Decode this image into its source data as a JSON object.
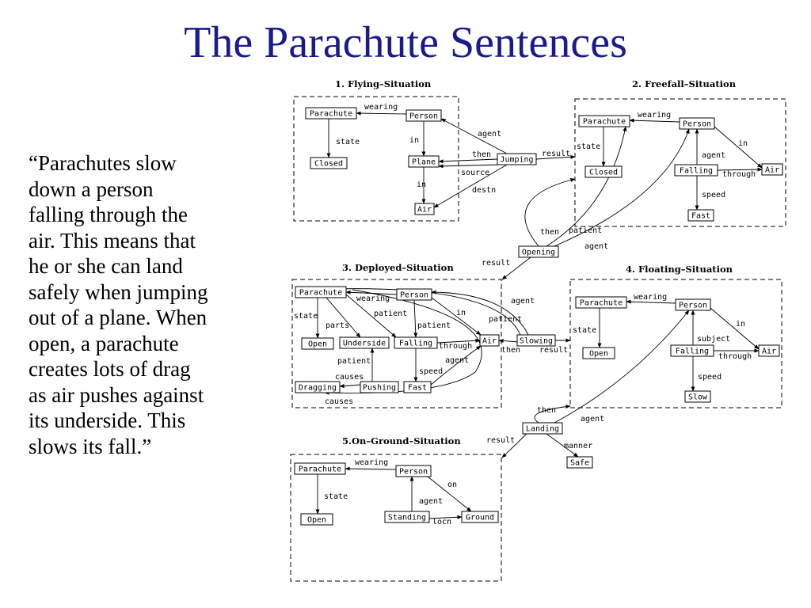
{
  "slide": {
    "title": "The Parachute Sentences",
    "quote_lines": [
      "“Parachutes slow",
      "down a person",
      "falling through the",
      "air. This means that",
      "he or she can land",
      "safely when jumping",
      "out of a plane. When",
      "open, a parachute",
      "creates lots of drag",
      "as air pushes against",
      "its underside. This",
      "slows its fall.”"
    ]
  },
  "diagram": {
    "situations": [
      {
        "id": "s1",
        "label": "1. Flying–Situation"
      },
      {
        "id": "s2",
        "label": "2. Freefall–Situation"
      },
      {
        "id": "s3",
        "label": "3. Deployed–Situation"
      },
      {
        "id": "s4",
        "label": "4. Floating–Situation"
      },
      {
        "id": "s5",
        "label": "5.On–Ground–Situation"
      }
    ],
    "nodes": [
      {
        "id": "s1_parachute",
        "label": "Parachute"
      },
      {
        "id": "s1_person",
        "label": "Person"
      },
      {
        "id": "s1_closed",
        "label": "Closed"
      },
      {
        "id": "s1_plane",
        "label": "Plane"
      },
      {
        "id": "s1_air",
        "label": "Air"
      },
      {
        "id": "jumping",
        "label": "Jumping"
      },
      {
        "id": "s2_parachute",
        "label": "Parachute"
      },
      {
        "id": "s2_person",
        "label": "Person"
      },
      {
        "id": "s2_closed",
        "label": "Closed"
      },
      {
        "id": "s2_falling",
        "label": "Falling"
      },
      {
        "id": "s2_air",
        "label": "Air"
      },
      {
        "id": "s2_fast",
        "label": "Fast"
      },
      {
        "id": "opening",
        "label": "Opening"
      },
      {
        "id": "s3_parachute",
        "label": "Parachute"
      },
      {
        "id": "s3_person",
        "label": "Person"
      },
      {
        "id": "s3_open",
        "label": "Open"
      },
      {
        "id": "s3_underside",
        "label": "Underside"
      },
      {
        "id": "s3_falling",
        "label": "Falling"
      },
      {
        "id": "s3_air",
        "label": "Air"
      },
      {
        "id": "s3_dragging",
        "label": "Dragging"
      },
      {
        "id": "s3_pushing",
        "label": "Pushing"
      },
      {
        "id": "s3_fast",
        "label": "Fast"
      },
      {
        "id": "slowing",
        "label": "Slowing"
      },
      {
        "id": "s4_parachute",
        "label": "Parachute"
      },
      {
        "id": "s4_person",
        "label": "Person"
      },
      {
        "id": "s4_open",
        "label": "Open"
      },
      {
        "id": "s4_falling",
        "label": "Falling"
      },
      {
        "id": "s4_air",
        "label": "Air"
      },
      {
        "id": "s4_slow",
        "label": "Slow"
      },
      {
        "id": "landing",
        "label": "Landing"
      },
      {
        "id": "safe",
        "label": "Safe"
      },
      {
        "id": "s5_parachute",
        "label": "Parachute"
      },
      {
        "id": "s5_person",
        "label": "Person"
      },
      {
        "id": "s5_open",
        "label": "Open"
      },
      {
        "id": "s5_standing",
        "label": "Standing"
      },
      {
        "id": "s5_ground",
        "label": "Ground"
      }
    ],
    "edges": [
      {
        "id": "e1",
        "label": "wearing"
      },
      {
        "id": "e2",
        "label": "state"
      },
      {
        "id": "e3",
        "label": "in"
      },
      {
        "id": "e4",
        "label": "in"
      },
      {
        "id": "e5",
        "label": "agent"
      },
      {
        "id": "e6",
        "label": "then"
      },
      {
        "id": "e7",
        "label": "source"
      },
      {
        "id": "e8",
        "label": "destn"
      },
      {
        "id": "e9",
        "label": "result"
      },
      {
        "id": "e10",
        "label": "wearing"
      },
      {
        "id": "e11",
        "label": "state"
      },
      {
        "id": "e12",
        "label": "agent"
      },
      {
        "id": "e13",
        "label": "in"
      },
      {
        "id": "e14",
        "label": "through"
      },
      {
        "id": "e15",
        "label": "speed"
      },
      {
        "id": "e16",
        "label": "then"
      },
      {
        "id": "e17",
        "label": "patient"
      },
      {
        "id": "e18",
        "label": "agent"
      },
      {
        "id": "e19",
        "label": "result"
      },
      {
        "id": "e20",
        "label": "wearing"
      },
      {
        "id": "e21",
        "label": "state"
      },
      {
        "id": "e22",
        "label": "parts"
      },
      {
        "id": "e23",
        "label": "patient"
      },
      {
        "id": "e24",
        "label": "patient"
      },
      {
        "id": "e25",
        "label": "in"
      },
      {
        "id": "e26",
        "label": "through"
      },
      {
        "id": "e27",
        "label": "speed"
      },
      {
        "id": "e28",
        "label": "agent"
      },
      {
        "id": "e29",
        "label": "patient"
      },
      {
        "id": "e30",
        "label": "causes"
      },
      {
        "id": "e31",
        "label": "causes"
      },
      {
        "id": "e32",
        "label": "agent"
      },
      {
        "id": "e33",
        "label": "patient"
      },
      {
        "id": "e34",
        "label": "then"
      },
      {
        "id": "e35",
        "label": "result"
      },
      {
        "id": "e36",
        "label": "wearing"
      },
      {
        "id": "e37",
        "label": "state"
      },
      {
        "id": "e38",
        "label": "subject"
      },
      {
        "id": "e39",
        "label": "in"
      },
      {
        "id": "e40",
        "label": "through"
      },
      {
        "id": "e41",
        "label": "speed"
      },
      {
        "id": "e42",
        "label": "then"
      },
      {
        "id": "e43",
        "label": "agent"
      },
      {
        "id": "e44",
        "label": "result"
      },
      {
        "id": "e45",
        "label": "manner"
      },
      {
        "id": "e46",
        "label": "wearing"
      },
      {
        "id": "e47",
        "label": "state"
      },
      {
        "id": "e48",
        "label": "agent"
      },
      {
        "id": "e49",
        "label": "on"
      },
      {
        "id": "e50",
        "label": "locn"
      }
    ]
  }
}
